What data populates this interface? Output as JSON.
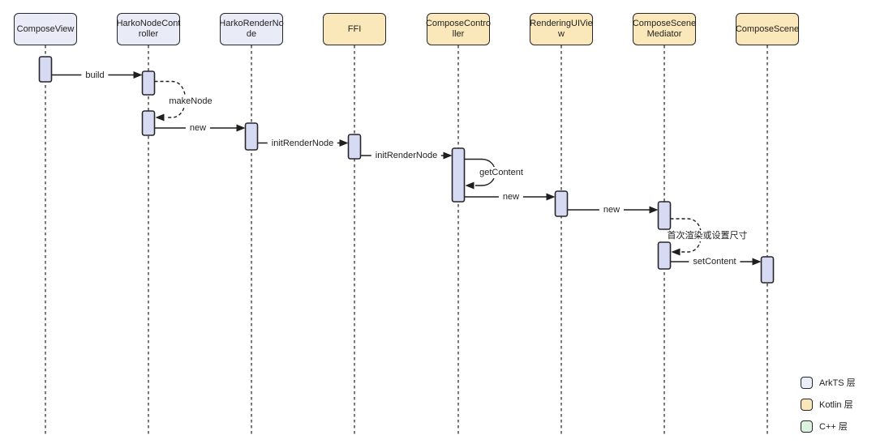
{
  "diagram": {
    "type": "sequence",
    "participants": [
      {
        "name": "ComposeView",
        "label": "ComposeView",
        "layer": "ArkTS"
      },
      {
        "name": "HarkoNodeController",
        "label": "HarkoNodeCont\nroller",
        "layer": "ArkTS"
      },
      {
        "name": "HarkoRenderNode",
        "label": "HarkoRenderNo\nde",
        "layer": "ArkTS"
      },
      {
        "name": "FFI",
        "label": "FFI",
        "layer": "Kotlin"
      },
      {
        "name": "ComposeController",
        "label": "ComposeContro\nller",
        "layer": "Kotlin"
      },
      {
        "name": "RenderingUIView",
        "label": "RenderingUIVie\nw",
        "layer": "Kotlin"
      },
      {
        "name": "ComposeSceneMediator",
        "label": "ComposeScene\nMediator",
        "layer": "Kotlin"
      },
      {
        "name": "ComposeScene",
        "label": "ComposeScene",
        "layer": "Kotlin"
      }
    ],
    "messages": [
      {
        "from": "ComposeView",
        "to": "HarkoNodeController",
        "label": "build",
        "style": "solid"
      },
      {
        "from": "HarkoNodeController",
        "to": "HarkoNodeController",
        "label": "makeNode",
        "style": "dashed-self"
      },
      {
        "from": "HarkoNodeController",
        "to": "HarkoRenderNode",
        "label": "new",
        "style": "solid"
      },
      {
        "from": "HarkoRenderNode",
        "to": "FFI",
        "label": "initRenderNode",
        "style": "solid"
      },
      {
        "from": "FFI",
        "to": "ComposeController",
        "label": "initRenderNode",
        "style": "solid"
      },
      {
        "from": "ComposeController",
        "to": "ComposeController",
        "label": "getContent",
        "style": "solid-self"
      },
      {
        "from": "ComposeController",
        "to": "RenderingUIView",
        "label": "new",
        "style": "solid"
      },
      {
        "from": "RenderingUIView",
        "to": "ComposeSceneMediator",
        "label": "new",
        "style": "solid"
      },
      {
        "from": "ComposeSceneMediator",
        "to": "ComposeSceneMediator",
        "label": "首次渲染或设置尺寸",
        "style": "dashed-self"
      },
      {
        "from": "ComposeSceneMediator",
        "to": "ComposeScene",
        "label": "setContent",
        "style": "solid"
      }
    ]
  },
  "legend": {
    "items": [
      {
        "label": "ArkTS 层",
        "color": "#e9eef9"
      },
      {
        "label": "Kotlin 层",
        "color": "#fae7b9"
      },
      {
        "label": "C++ 层",
        "color": "#dbf2de"
      }
    ]
  },
  "colors": {
    "arkts_fill": "#e9ebf7",
    "kotlin_fill": "#fae8ba",
    "cpp_fill": "#dbf2de",
    "activation_fill": "#d7daf3",
    "line": "#1f1f1f",
    "background": "#ffffff"
  }
}
